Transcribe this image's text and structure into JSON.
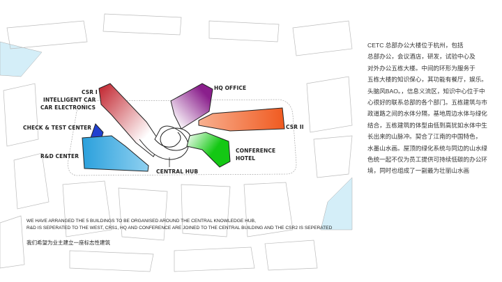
{
  "labels": {
    "csr1": "CSR I",
    "intelligent_car": "INTELLIGENT CAR",
    "car_electronics": "CAR ELECTRONICS",
    "check_test": "CHECK & TEST CENTER",
    "rd_center": "R&D CENTER",
    "hq_office": "HQ OFFICE",
    "csr2": "CSR II",
    "conference": "CONFERENCE",
    "hotel": "HOTEL",
    "central_hub": "CENTRAL HUB"
  },
  "caption": {
    "line1": "WE HAVE ARRANGED THE 5 BUILDINGS TO BE ORGANISED AROUND THE CENTRAL KNOWLEDGE HUB,",
    "line2": "R&D IS SEPERATED TO THE WEST, CRS1, HQ AND CONFERENCE ARE JOINED TO THE CENTRAL BUILDING AND THE CSR2 IS SEPERATED",
    "chinese": "我们希望为业主建立一座标志性建筑"
  },
  "description": [
    "CETC 总部办公大楼位于杭州，包括",
    "总部办公，会议酒店，研发，试验中心及",
    "对外办公五栋大楼。中间的环形为服务于",
    "五栋大楼的知识保心，其功能有餐厅，娱乐。",
    "头脑风BAO。，信息义流区，知识中心位于中",
    "心很好的联系总部的各个部门。五栋建筑与市",
    "政道路之间的水体分隔，基地周边水体与绿化",
    "结合，五栋建筑的体型由低到高犹如水体中生",
    "长出来的山脉冲。契合了江南的中国特色，",
    "水墨山水画。屋顶的绿化系统与同边的山水绿",
    "色统一起不仅为员工提供可持续低碳的办公环",
    "境，同时也组成了一副最为壮丽山水画"
  ],
  "colors": {
    "csr1": "#c0202a",
    "hq": "#8a1f8c",
    "csr2": "#f06a30",
    "conference": "#1ec81e",
    "rd": "#3aaee0",
    "check": "#2040d0",
    "water": "#d4eef8"
  }
}
